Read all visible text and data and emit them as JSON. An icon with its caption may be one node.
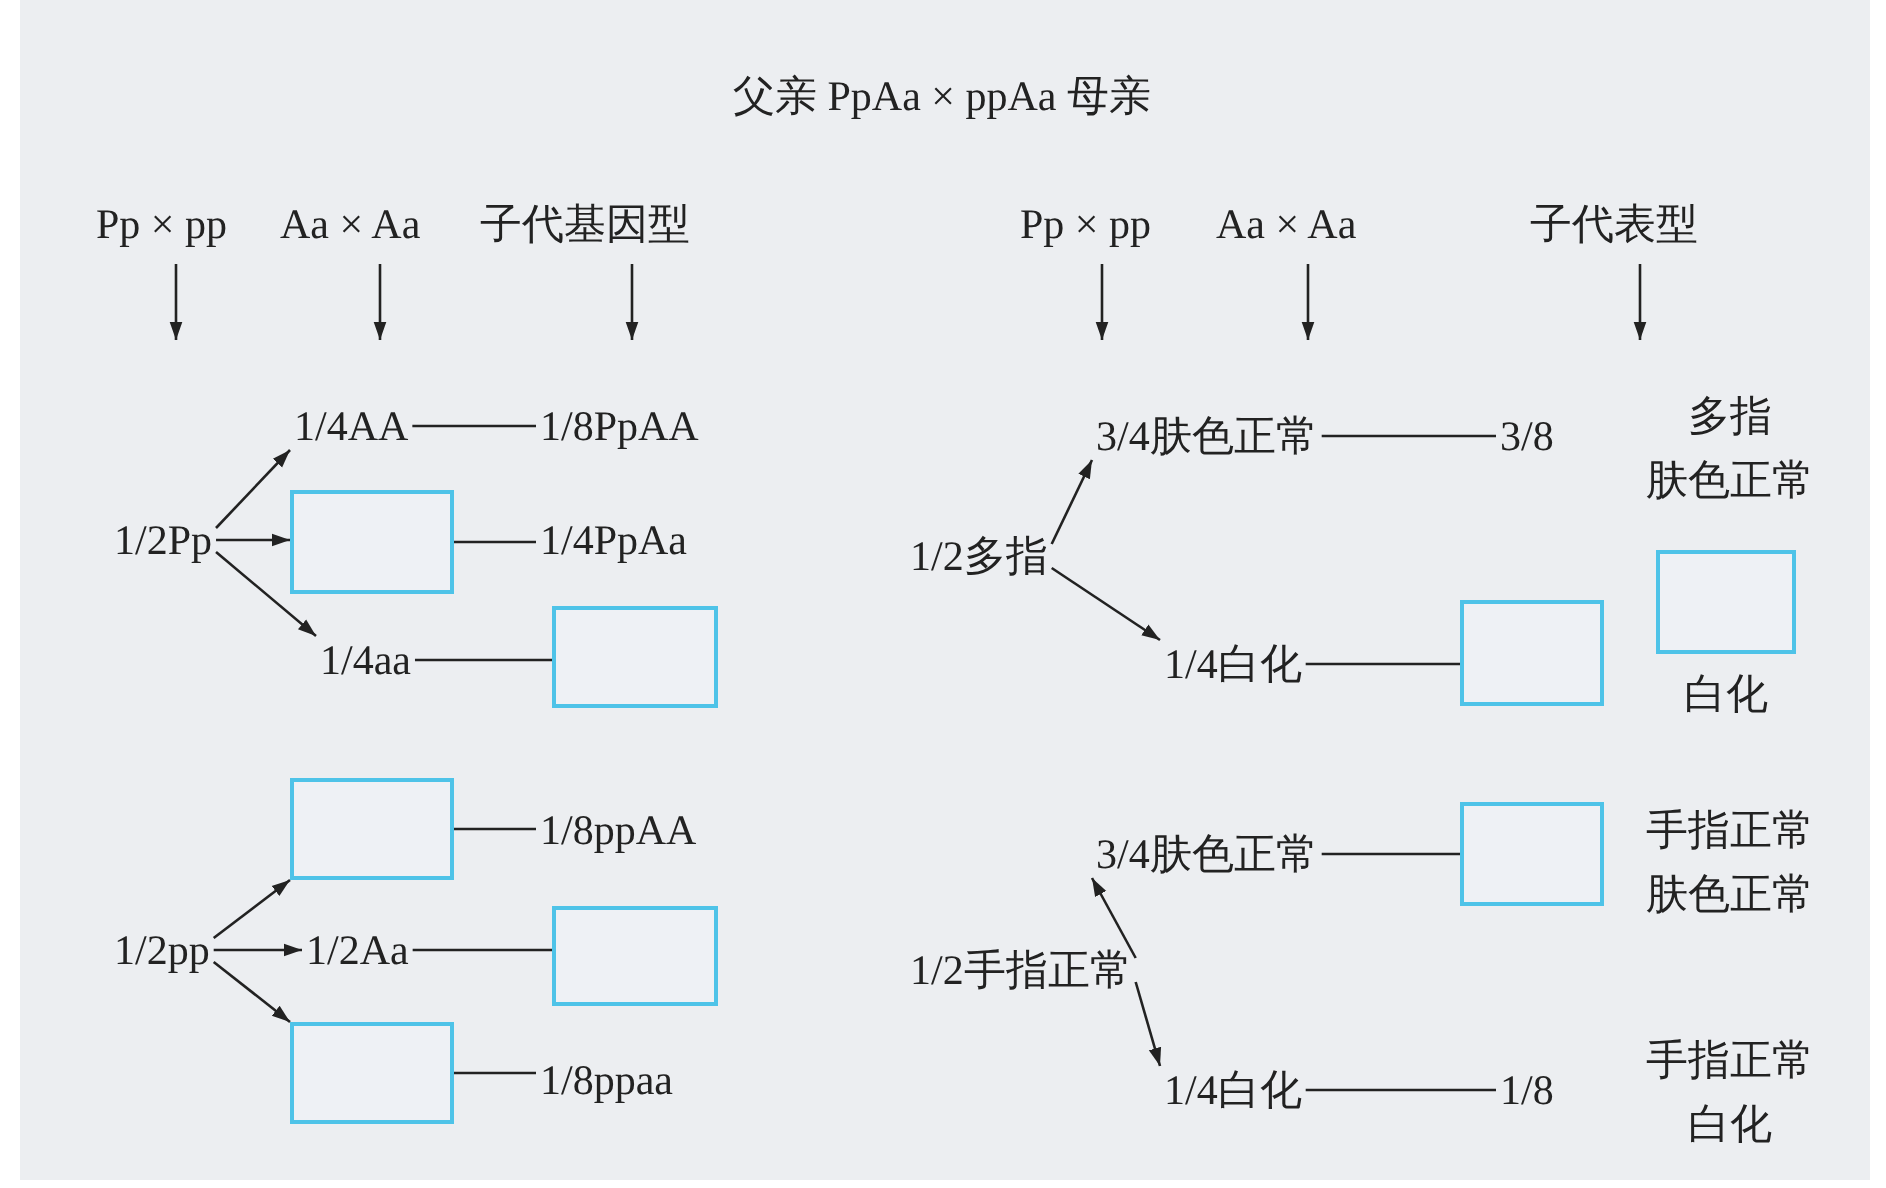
{
  "diagram": {
    "title": "父亲 PpAa × ppAa 母亲",
    "nodes": [
      {
        "text": [
          "1/2Pp"
        ]
      },
      {
        "text": [
          "1/4AA"
        ]
      },
      {
        "text": [],
        "shape": "box"
      },
      {
        "text": [
          "1/4aa"
        ]
      },
      {
        "text": [
          "1/8PpAA"
        ]
      },
      {
        "text": [
          "1/4PpAa"
        ]
      },
      {
        "text": [],
        "shape": "box"
      },
      {
        "text": [
          "1/2pp"
        ]
      },
      {
        "text": [],
        "shape": "box"
      },
      {
        "text": [
          "1/2Aa"
        ]
      },
      {
        "text": [],
        "shape": "box"
      },
      {
        "text": [
          "1/8ppAA"
        ]
      },
      {
        "text": [],
        "shape": "box"
      },
      {
        "text": [
          "1/8ppaa"
        ]
      },
      {
        "text": [
          "1/2多指"
        ]
      },
      {
        "text": [
          "3/4肤色正常"
        ]
      },
      {
        "text": [
          "1/4白化"
        ]
      },
      {
        "text": [
          "3/8"
        ]
      },
      {
        "text": [],
        "shape": "box"
      },
      {
        "text": [
          "1/2手指正常"
        ]
      },
      {
        "text": [
          "3/4肤色正常"
        ]
      },
      {
        "text": [
          "1/4白化"
        ]
      },
      {
        "text": [],
        "shape": "box"
      },
      {
        "text": [
          "1/8"
        ]
      },
      {
        "text": [],
        "shape": "box",
        "beside": [
          "白化"
        ]
      }
    ],
    "edges": [
      {
        "from": 0,
        "to": 1,
        "arrow": "to"
      },
      {
        "from": 0,
        "to": 2,
        "arrow": "to"
      },
      {
        "from": 0,
        "to": 3,
        "arrow": "to"
      },
      {
        "from": 1,
        "to": 4,
        "arrow": "none"
      },
      {
        "from": 2,
        "to": 5,
        "arrow": "none"
      },
      {
        "from": 3,
        "to": 6,
        "arrow": "none"
      },
      {
        "from": 7,
        "to": 8,
        "arrow": "to"
      },
      {
        "from": 7,
        "to": 9,
        "arrow": "to"
      },
      {
        "from": 7,
        "to": 12,
        "arrow": "to"
      },
      {
        "from": 8,
        "to": 11,
        "arrow": "none"
      },
      {
        "from": 9,
        "to": 10,
        "arrow": "none"
      },
      {
        "from": 12,
        "to": 13,
        "arrow": "none"
      },
      {
        "from": 14,
        "to": 15,
        "arrow": "to"
      },
      {
        "from": 14,
        "to": 16,
        "arrow": "to"
      },
      {
        "from": 15,
        "to": 17,
        "arrow": "none"
      },
      {
        "from": 16,
        "to": 18,
        "arrow": "none"
      },
      {
        "from": 19,
        "to": 20,
        "arrow": "to"
      },
      {
        "from": 19,
        "to": 21,
        "arrow": "to"
      },
      {
        "from": 20,
        "to": 22,
        "arrow": "none"
      },
      {
        "from": 21,
        "to": 23,
        "arrow": "none"
      }
    ],
    "labels": [
      "Pp × pp",
      "Aa × Aa",
      "子代基因型",
      "Pp × pp",
      "Aa × Aa",
      "子代表型",
      "多指",
      "肤色正常",
      "手指正常",
      "肤色正常",
      "手指正常",
      "白化"
    ]
  }
}
